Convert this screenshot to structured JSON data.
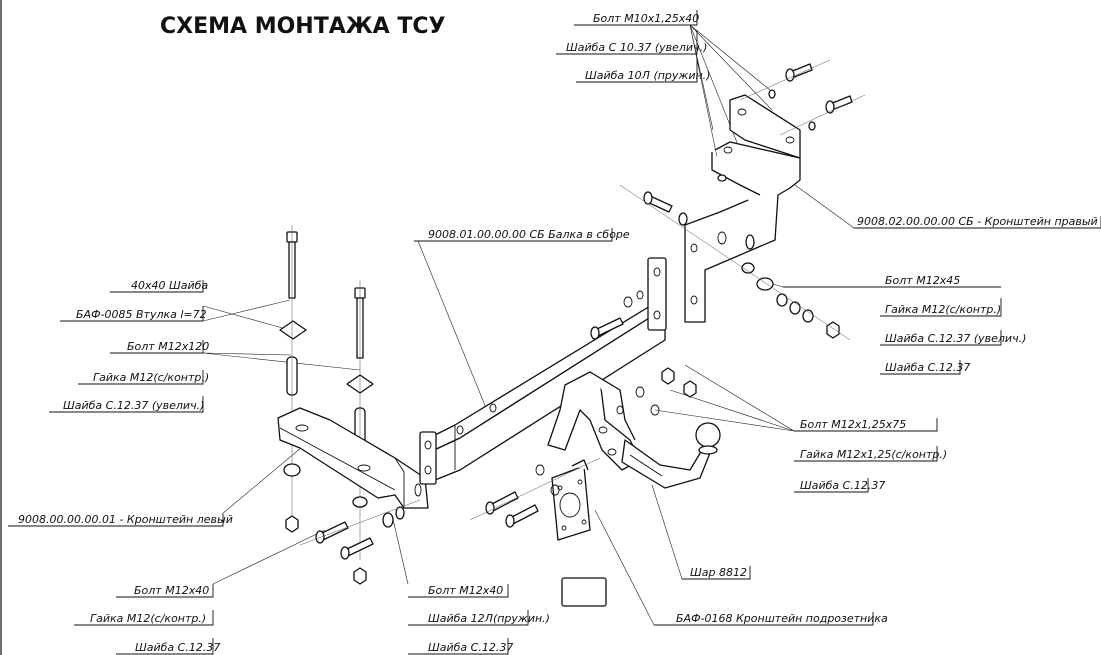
{
  "title": "СХЕМА МОНТАЖА ТСУ",
  "labels": {
    "bolt_m10": "Болт М10х1,25х40",
    "washer_c10_big": "Шайба С 10.37 (увелич.)",
    "washer_10_spring": "Шайба 10Л (пружин.)",
    "bracket_right": "9008.02.00.00.00 СБ - Кронштейн правый",
    "beam_assembly": "9008.01.00.00.00 СБ Балка в сборе",
    "washer_40x40": "40х40 Шайба",
    "bushing": "БАФ-0085 Втулка l=72",
    "bolt_m12x120": "Болт М12х120",
    "nut_m12_left": "Гайка М12(с/контр.)",
    "washer_c12_big_left": "Шайба С.12.37 (увелич.)",
    "bolt_m12x45": "Болт М12х45",
    "nut_m12_right": "Гайка М12(с/контр.)",
    "washer_c12_big_right": "Шайба С.12.37 (увелич.)",
    "washer_c12_right": "Шайба С.12.37",
    "bolt_m12x125x75": "Болт М12х1,25х75",
    "nut_m12x125": "Гайка М12х1,25(с/контр.)",
    "washer_c12_mid": "Шайба С.12.37",
    "bracket_left": "9008.00.00.00.01 - Кронштейн левый",
    "ball": "Шар 8812",
    "bolt_m12x40_left": "Болт М12х40",
    "nut_m12_bottom": "Гайка М12(с/контр.)",
    "washer_c12_bottom_left": "Шайба С.12.37",
    "bolt_m12x40_center": "Болт М12х40",
    "washer_12_spring": "Шайба 12Л(пружин.)",
    "washer_c12_bottom_center": "Шайба С.12.37",
    "socket_bracket": "БАФ-0168 Кронштейн подрозетника"
  }
}
